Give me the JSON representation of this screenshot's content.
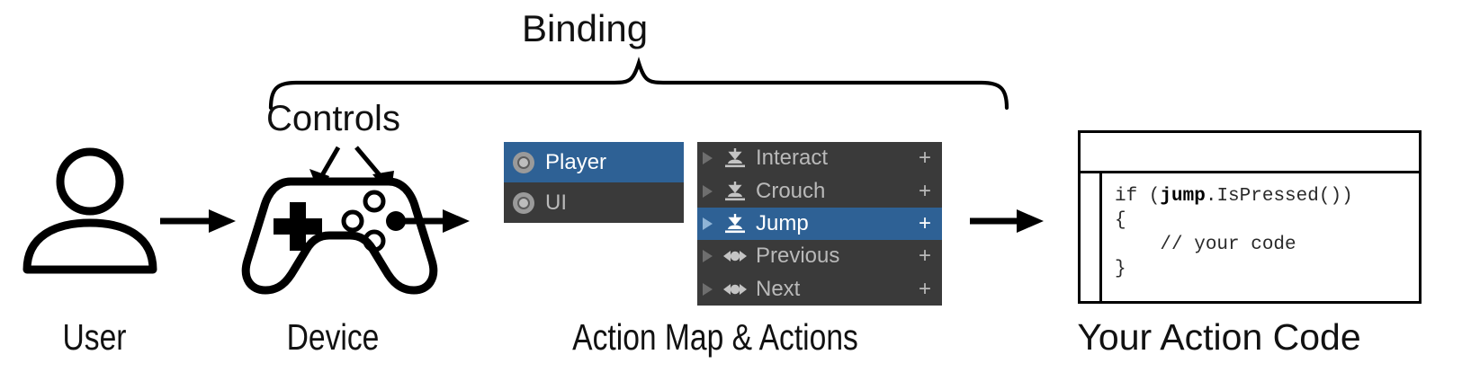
{
  "diagram": {
    "title_top": "Binding",
    "controls_label": "Controls",
    "captions": {
      "user": "User",
      "device": "Device",
      "action_map": "Action Map & Actions",
      "code": "Your Action Code"
    }
  },
  "colors": {
    "selection_blue": "#2e6195",
    "panel_dark": "#3a3a3a",
    "panel_text": "#b9b9b9",
    "ink": "#000000",
    "background": "#ffffff"
  },
  "action_map_panel": {
    "items": [
      {
        "label": "Player",
        "icon": "action-map-icon",
        "selected": true
      },
      {
        "label": "UI",
        "icon": "action-map-icon",
        "selected": false
      }
    ]
  },
  "actions_panel": {
    "add_label": "+",
    "items": [
      {
        "label": "Interact",
        "icon": "button-action-icon",
        "selected": false,
        "add": "+"
      },
      {
        "label": "Crouch",
        "icon": "button-action-icon",
        "selected": false,
        "add": "+"
      },
      {
        "label": "Jump",
        "icon": "button-action-icon",
        "selected": true,
        "add": "+"
      },
      {
        "label": "Previous",
        "icon": "axis-action-icon",
        "selected": false,
        "add": "+"
      },
      {
        "label": "Next",
        "icon": "axis-action-icon",
        "selected": false,
        "add": "+"
      }
    ]
  },
  "code_window": {
    "line1_prefix": "if (",
    "line1_bold": "jump",
    "line1_suffix": ".IsPressed())",
    "line2": "{",
    "line3": "    // your code",
    "line4": "}"
  },
  "icons": {
    "user": "user-icon",
    "device": "gamepad-icon",
    "arrow": "arrow-right-icon",
    "brace": "curly-brace-icon"
  }
}
